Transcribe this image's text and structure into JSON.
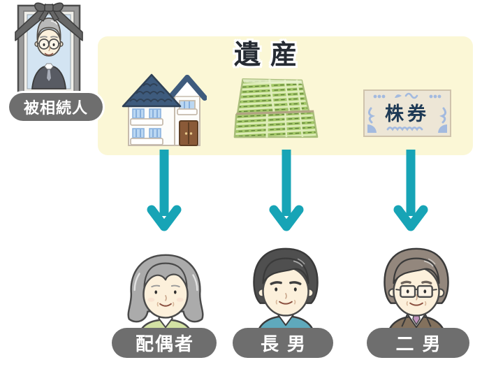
{
  "diagram": {
    "deceased": {
      "label": "被相続人",
      "portrait": "funeral-portrait-elderly-man"
    },
    "estate": {
      "title": "遺産",
      "assets": [
        {
          "id": "house",
          "icon": "house-icon"
        },
        {
          "id": "bankbook",
          "icon": "bankbook-icon"
        },
        {
          "id": "stock-certificate",
          "icon": "stock-certificate-icon",
          "text": "株券"
        }
      ]
    },
    "heirs": [
      {
        "id": "spouse",
        "label": "配偶者",
        "portrait": "elderly-woman"
      },
      {
        "id": "eldest-son",
        "label": "長男",
        "portrait": "middle-aged-man-teal-jacket"
      },
      {
        "id": "second-son",
        "label": "二男",
        "portrait": "middle-aged-man-glasses-brown-suit"
      }
    ],
    "colors": {
      "banner_bg": "#FBF7D6",
      "arrow": "#17A4B6",
      "badge_bg": "#6E6E6E",
      "badge_text": "#FFFFFF",
      "title_text": "#262B33",
      "house_roof": "#3E5B7D",
      "bankbook_green": "#A2C766",
      "certificate_blue": "#A3BADF",
      "certificate_text": "#1E3A55",
      "skin": "#FCF0DB",
      "spouse_top": "#D3E2A4",
      "eldest_son_jacket": "#5FA9BC",
      "second_son_suit": "#83715D"
    }
  }
}
